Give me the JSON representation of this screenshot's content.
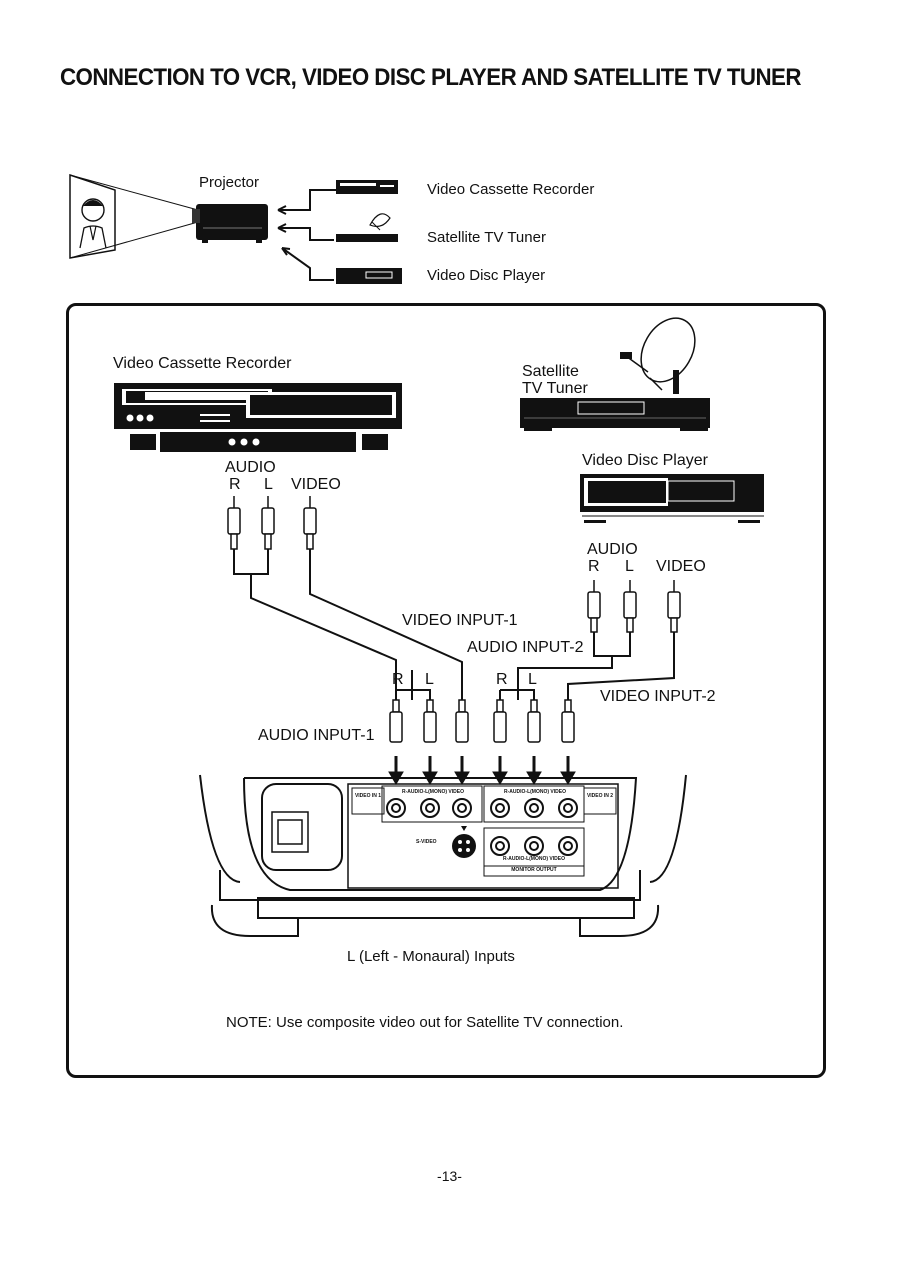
{
  "page": {
    "title": "CONNECTION TO VCR, VIDEO DISC PLAYER AND SATELLITE TV TUNER",
    "page_number": "-13-"
  },
  "overview": {
    "projector": "Projector",
    "vcr": "Video Cassette Recorder",
    "satellite": "Satellite TV Tuner",
    "disc": "Video Disc Player"
  },
  "detail": {
    "vcr_label": "Video Cassette Recorder",
    "satellite_line1": "Satellite",
    "satellite_line2": "TV Tuner",
    "disc_label": "Video Disc Player",
    "vcr_audio": "AUDIO",
    "vcr_r": "R",
    "vcr_l": "L",
    "vcr_video": "VIDEO",
    "disc_audio": "AUDIO",
    "disc_r": "R",
    "disc_l": "L",
    "disc_video": "VIDEO",
    "video_input_1": "VIDEO INPUT-1",
    "audio_input_2": "AUDIO INPUT-2",
    "video_input_2": "VIDEO INPUT-2",
    "audio_input_1": "AUDIO INPUT-1",
    "rl1_r": "R",
    "rl1_l": "L",
    "rl2_r": "R",
    "rl2_l": "L",
    "panel_video_in1": "VIDEO IN 1",
    "panel_audio_video_1": "R-AUDIO-L(MONO) VIDEO",
    "panel_audio_video_2": "R-AUDIO-L(MONO) VIDEO",
    "panel_video_in2": "VIDEO IN 2",
    "panel_svideo": "S-VIDEO",
    "panel_monitor_audio": "R-AUDIO-L(MONO) VIDEO",
    "panel_monitor_output": "MONITOR OUTPUT",
    "caption": "L (Left - Monaural) Inputs",
    "note": "NOTE: Use composite video out for Satellite TV connection."
  }
}
